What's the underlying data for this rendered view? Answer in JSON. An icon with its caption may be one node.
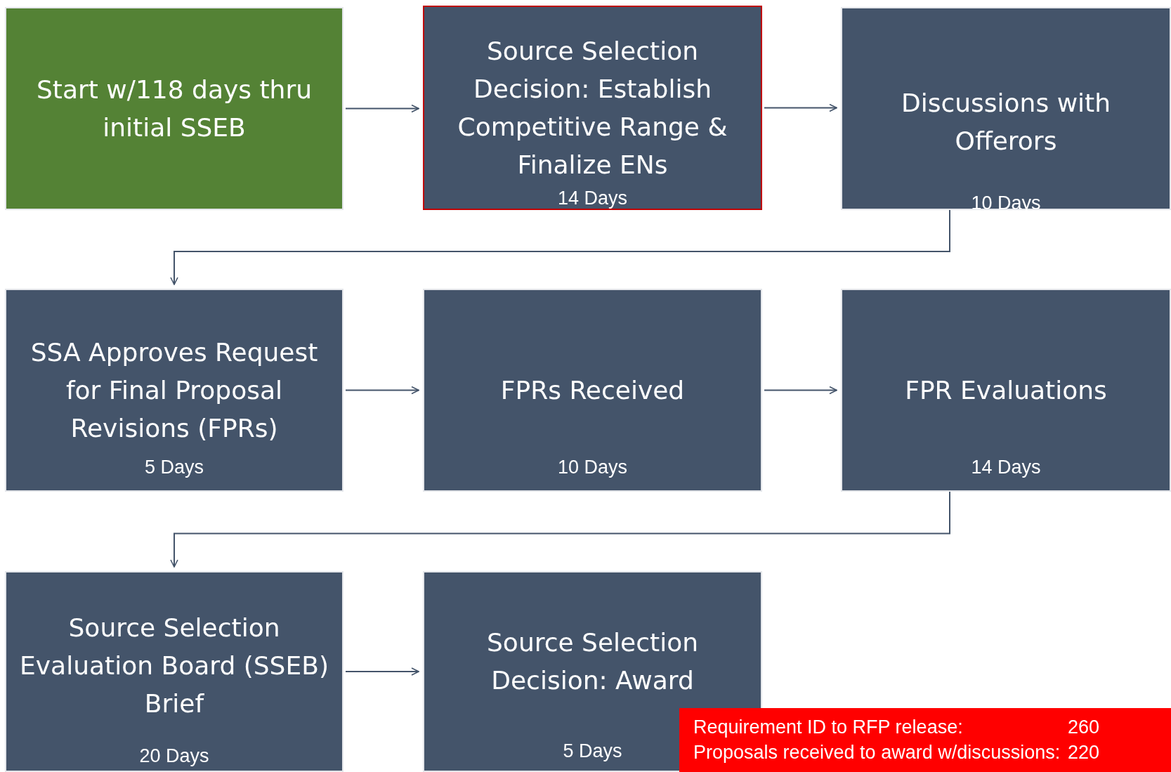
{
  "diagram": {
    "nodes": [
      {
        "text": [
          "Start w/118 days thru initial SSEB"
        ]
      },
      {
        "text": [
          "Source Selection Decision: Establish Competitive Range & Finalize ENs",
          "14 Days"
        ]
      },
      {
        "text": [
          "Discussions with Offerors",
          "10 Days"
        ]
      },
      {
        "text": [
          "SSA Approves Request for Final Proposal Revisions (FPRs)",
          "5 Days"
        ]
      },
      {
        "text": [
          "FPRs Received",
          "10 Days"
        ]
      },
      {
        "text": [
          "FPR Evaluations",
          "14 Days"
        ]
      },
      {
        "text": [
          "Source Selection Evaluation Board (SSEB) Brief",
          "20 Days"
        ]
      },
      {
        "text": [
          "Source Selection Decision: Award",
          "5 Days"
        ]
      }
    ],
    "edges": [
      {
        "from": 0,
        "to": 1,
        "arrow": "to"
      },
      {
        "from": 1,
        "to": 2,
        "arrow": "to"
      },
      {
        "from": 2,
        "to": 3,
        "arrow": "to"
      },
      {
        "from": 3,
        "to": 4,
        "arrow": "to"
      },
      {
        "from": 4,
        "to": 5,
        "arrow": "to"
      },
      {
        "from": 5,
        "to": 6,
        "arrow": "to"
      },
      {
        "from": 6,
        "to": 7,
        "arrow": "to"
      }
    ],
    "labels": [
      "Requirement ID to RFP release:",
      "260",
      "Proposals received to award w/discussions:",
      "220"
    ]
  }
}
